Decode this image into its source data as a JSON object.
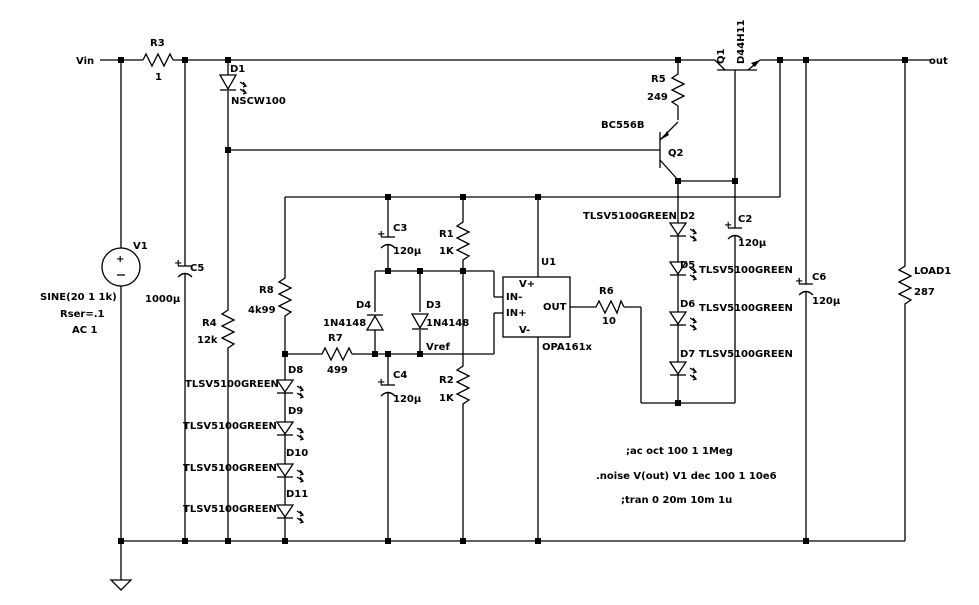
{
  "nets": {
    "vin": "Vin",
    "out": "out",
    "vref": "Vref"
  },
  "components": {
    "r3": {
      "ref": "R3",
      "value": "1"
    },
    "d1": {
      "ref": "D1",
      "value": "NSCW100"
    },
    "v1": {
      "ref": "V1",
      "line1": "SINE(20 1 1k)",
      "line2": "Rser=.1",
      "line3": "AC 1"
    },
    "c5": {
      "ref": "C5",
      "value": "1000µ"
    },
    "r4": {
      "ref": "R4",
      "value": "12k"
    },
    "r8": {
      "ref": "R8",
      "value": "4k99"
    },
    "c3": {
      "ref": "C3",
      "value": "120µ"
    },
    "r1": {
      "ref": "R1",
      "value": "1K"
    },
    "d4": {
      "ref": "D4",
      "value": "1N4148"
    },
    "d3": {
      "ref": "D3",
      "value": "1N4148"
    },
    "r7": {
      "ref": "R7",
      "value": "499"
    },
    "c4": {
      "ref": "C4",
      "value": "120µ"
    },
    "r2": {
      "ref": "R2",
      "value": "1K"
    },
    "u1": {
      "ref": "U1",
      "value": "OPA161x",
      "pin_vplus": "V+",
      "pin_inminus": "IN-",
      "pin_inplus": "IN+",
      "pin_vminus": "V-",
      "pin_out": "OUT"
    },
    "r6": {
      "ref": "R6",
      "value": "10"
    },
    "r5": {
      "ref": "R5",
      "value": "249"
    },
    "q2": {
      "ref": "Q2",
      "value": "BC556B"
    },
    "q1": {
      "ref": "Q1",
      "value": "D44H11"
    },
    "d2": {
      "ref": "D2",
      "value": "TLSV5100GREEN"
    },
    "c2": {
      "ref": "C2",
      "value": "120µ"
    },
    "d5": {
      "ref": "D5",
      "value": "TLSV5100GREEN"
    },
    "d6": {
      "ref": "D6",
      "value": "TLSV5100GREEN"
    },
    "d7": {
      "ref": "D7",
      "value": "TLSV5100GREEN"
    },
    "c6": {
      "ref": "C6",
      "value": "120µ"
    },
    "load1": {
      "ref": "LOAD1",
      "value": "287"
    },
    "d8": {
      "ref": "D8",
      "value": "TLSV5100GREEN"
    },
    "d9": {
      "ref": "D9",
      "value": "TLSV5100GREEN"
    },
    "d10": {
      "ref": "D10",
      "value": "TLSV5100GREEN"
    },
    "d11": {
      "ref": "D11",
      "value": "TLSV5100GREEN"
    }
  },
  "directives": [
    ";ac oct 100 1 1Meg",
    ".noise V(out) V1 dec 100 1 10e6",
    ";tran 0 20m 10m 1u"
  ]
}
